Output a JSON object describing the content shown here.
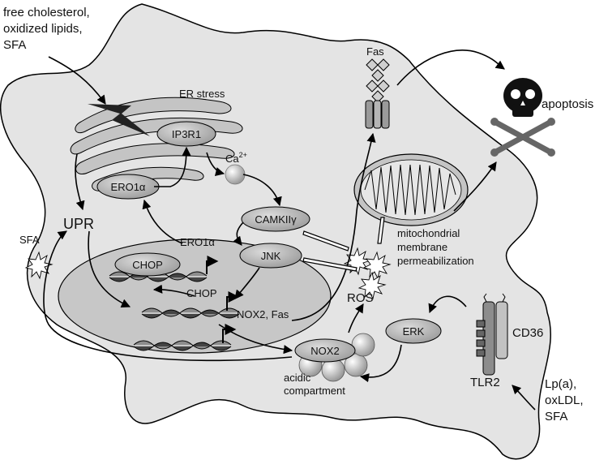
{
  "labels": {
    "inducers_top_1": "free cholesterol,",
    "inducers_top_2": "oxidized lipids,",
    "inducers_top_3": "SFA",
    "er_stress": "ER stress",
    "ip3r1": "IP3R1",
    "ero1a_er": "ERO1α",
    "ca_base": "Ca",
    "ca_sup": "2+",
    "upr": "UPR",
    "sfa_left": "SFA",
    "camkii": "CAMKIIγ",
    "jnk": "JNK",
    "ero1a_out": "ERO1α",
    "chop_box": "CHOP",
    "chop_text": "CHOP",
    "nox2_fas": "NOX2, Fas",
    "fas": "Fas",
    "apoptosis": "apoptosis",
    "mito_1": "mitochondrial",
    "mito_2": "membrane",
    "mito_3": "permeabilization",
    "ros": "ROS",
    "nox2": "NOX2",
    "acidic_1": "acidic",
    "acidic_2": "compartment",
    "erk": "ERK",
    "cd36": "CD36",
    "tlr2": "TLR2",
    "inducers_br_1": "Lp(a),",
    "inducers_br_2": "oxLDL,",
    "inducers_br_3": "SFA"
  },
  "colors": {
    "cell_fill": "#e4e4e4",
    "nucleus_fill": "#c9c9c9",
    "node_fill": "#b5b5b5",
    "outline": "#000000"
  }
}
